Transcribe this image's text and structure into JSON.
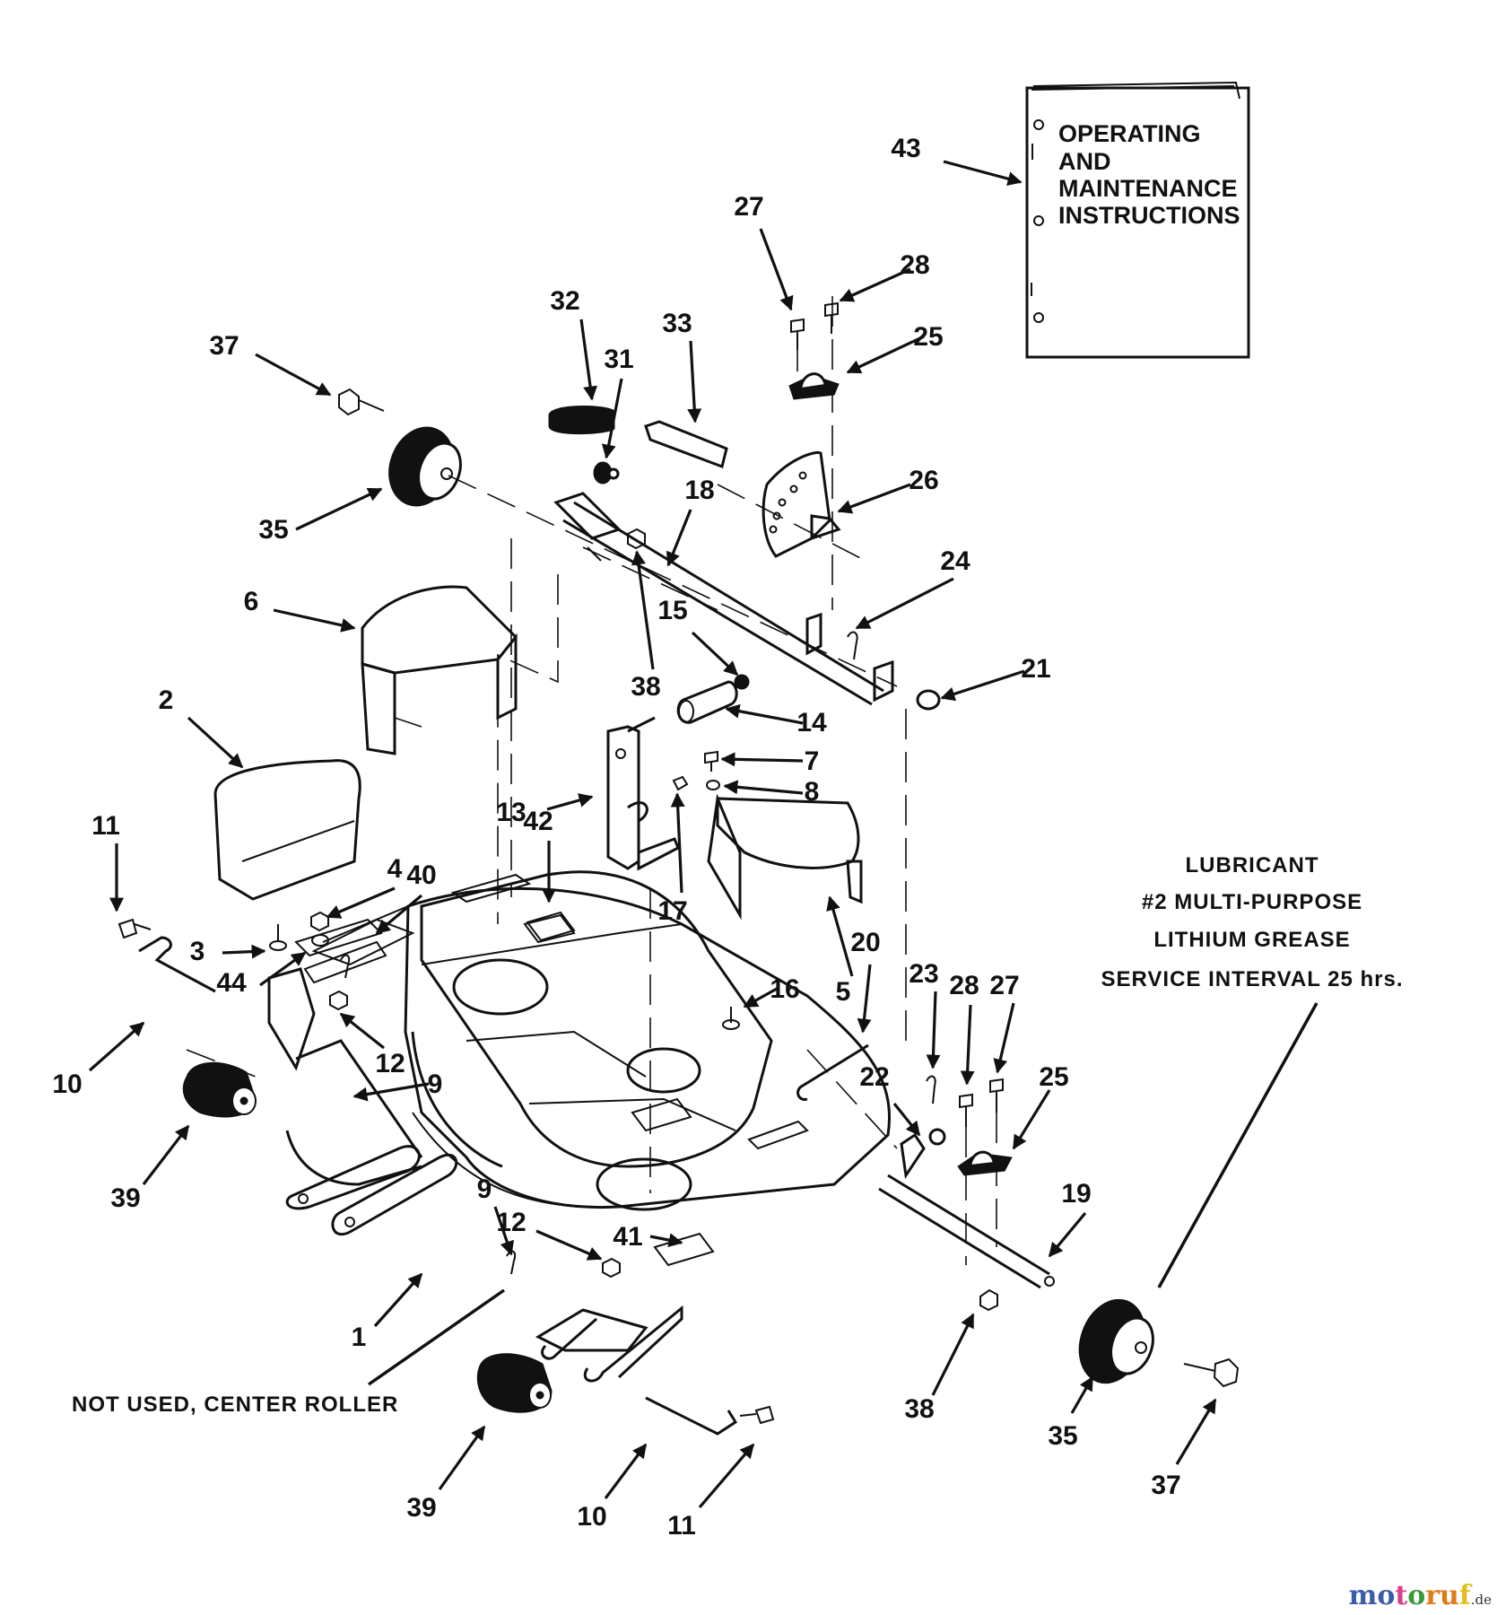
{
  "diagram": {
    "title": "Mower deck exploded parts diagram",
    "manual": {
      "lines": [
        "OPERATING",
        "AND",
        "MAINTENANCE",
        "INSTRUCTIONS"
      ],
      "part_number": "43"
    },
    "lubricant_note": {
      "lines": [
        "LUBRICANT",
        "#2 MULTI-PURPOSE",
        "LITHIUM GREASE",
        "SERVICE INTERVAL 25 hrs."
      ]
    },
    "center_roller_note": "NOT USED, CENTER ROLLER",
    "callouts": [
      {
        "id": "1",
        "label": "1"
      },
      {
        "id": "2",
        "label": "2"
      },
      {
        "id": "3",
        "label": "3"
      },
      {
        "id": "4",
        "label": "4"
      },
      {
        "id": "5",
        "label": "5"
      },
      {
        "id": "6",
        "label": "6"
      },
      {
        "id": "7",
        "label": "7"
      },
      {
        "id": "8",
        "label": "8"
      },
      {
        "id": "9a",
        "label": "9"
      },
      {
        "id": "9b",
        "label": "9"
      },
      {
        "id": "10a",
        "label": "10"
      },
      {
        "id": "10b",
        "label": "10"
      },
      {
        "id": "11a",
        "label": "11"
      },
      {
        "id": "11b",
        "label": "11"
      },
      {
        "id": "12a",
        "label": "12"
      },
      {
        "id": "12b",
        "label": "12"
      },
      {
        "id": "13",
        "label": "13"
      },
      {
        "id": "14",
        "label": "14"
      },
      {
        "id": "15",
        "label": "15"
      },
      {
        "id": "16",
        "label": "16"
      },
      {
        "id": "17",
        "label": "17"
      },
      {
        "id": "18",
        "label": "18"
      },
      {
        "id": "19",
        "label": "19"
      },
      {
        "id": "20",
        "label": "20"
      },
      {
        "id": "21",
        "label": "21"
      },
      {
        "id": "22",
        "label": "22"
      },
      {
        "id": "23",
        "label": "23"
      },
      {
        "id": "24",
        "label": "24"
      },
      {
        "id": "25a",
        "label": "25"
      },
      {
        "id": "25b",
        "label": "25"
      },
      {
        "id": "26",
        "label": "26"
      },
      {
        "id": "27a",
        "label": "27"
      },
      {
        "id": "27b",
        "label": "27"
      },
      {
        "id": "28a",
        "label": "28"
      },
      {
        "id": "28b",
        "label": "28"
      },
      {
        "id": "31",
        "label": "31"
      },
      {
        "id": "32",
        "label": "32"
      },
      {
        "id": "33",
        "label": "33"
      },
      {
        "id": "35a",
        "label": "35"
      },
      {
        "id": "35b",
        "label": "35"
      },
      {
        "id": "37a",
        "label": "37"
      },
      {
        "id": "37b",
        "label": "37"
      },
      {
        "id": "38a",
        "label": "38"
      },
      {
        "id": "38b",
        "label": "38"
      },
      {
        "id": "39a",
        "label": "39"
      },
      {
        "id": "39b",
        "label": "39"
      },
      {
        "id": "40",
        "label": "40"
      },
      {
        "id": "41",
        "label": "41"
      },
      {
        "id": "42",
        "label": "42"
      },
      {
        "id": "43",
        "label": "43"
      },
      {
        "id": "44",
        "label": "44"
      }
    ]
  },
  "watermark": {
    "letters": [
      "m",
      "o",
      "t",
      "o",
      "r",
      "u",
      "f"
    ],
    "colors": [
      "#3b5ca8",
      "#3b5ca8",
      "#d9408a",
      "#3a9a3a",
      "#e07b1a",
      "#e07b1a",
      "#e0c020"
    ],
    "suffix": ".de"
  }
}
